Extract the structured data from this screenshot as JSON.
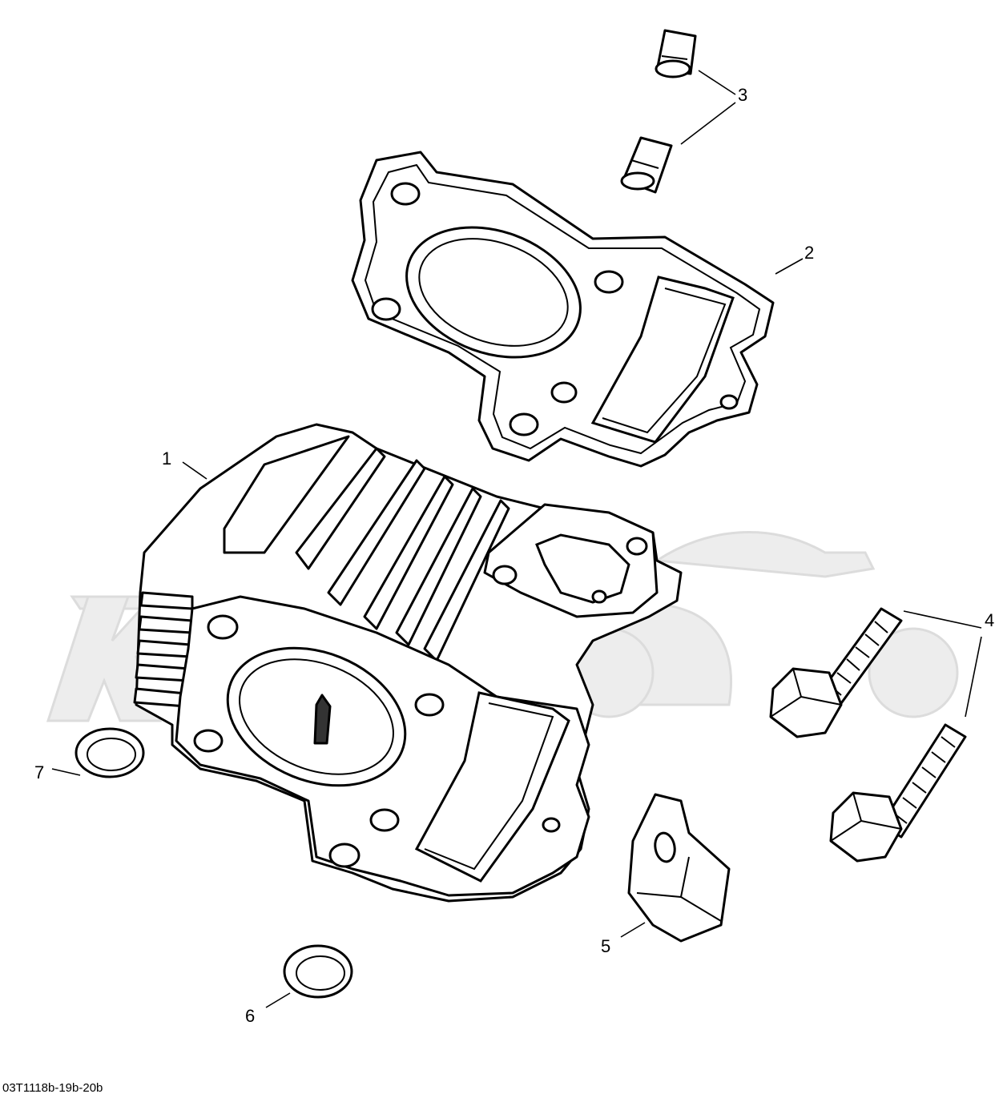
{
  "diagram": {
    "callouts": [
      "1",
      "2",
      "3",
      "4",
      "5",
      "6",
      "7"
    ],
    "figure_code": "03T1118b-19b-20b"
  }
}
